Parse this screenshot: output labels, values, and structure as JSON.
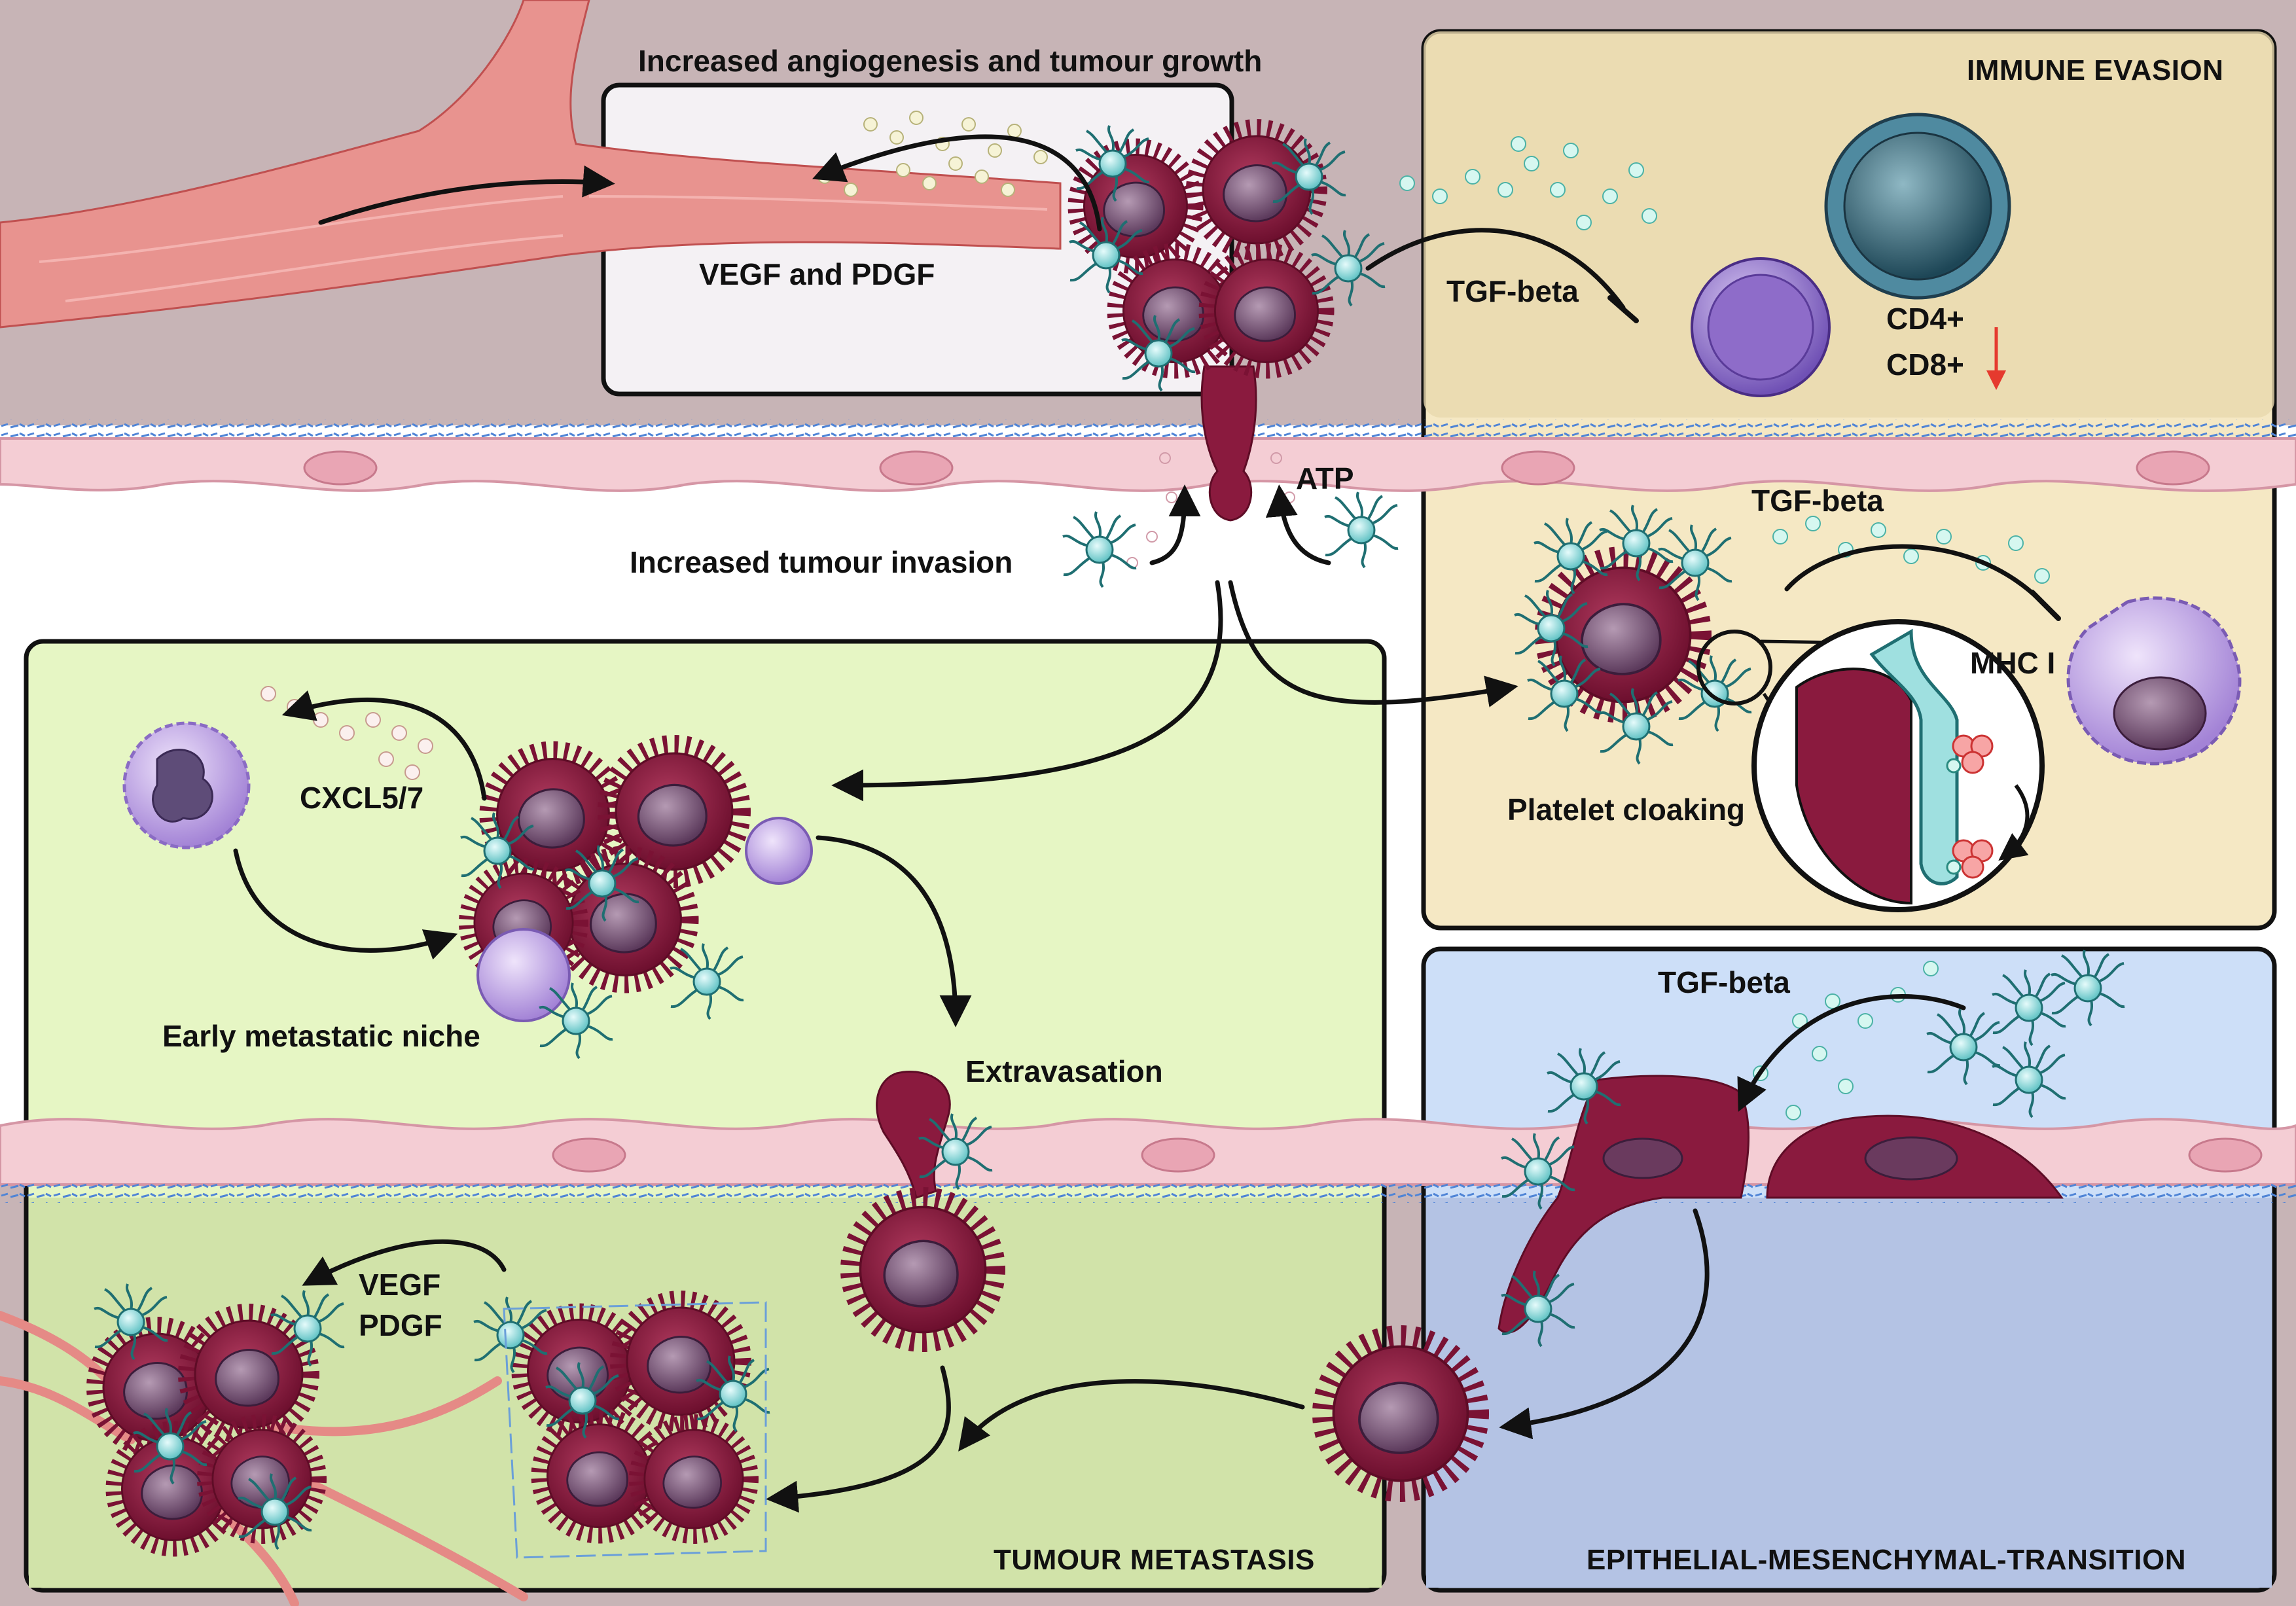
{
  "panels": {
    "immune_evasion": {
      "title": "IMMUNE EVASION",
      "color": "#f3e7c6"
    },
    "tumour_metastasis": {
      "title": "TUMOUR METASTASIS",
      "color": "#d7e8b0"
    },
    "emt": {
      "title": "EPITHELIAL-MESENCHYMAL-TRANSITION",
      "color": "#bcc9e8"
    }
  },
  "labels": {
    "angiogenesis": "Increased angiogenesis and tumour growth",
    "vegf_pdgf": "VEGF and PDGF",
    "tgf_beta_top": "TGF-beta",
    "cd4": "CD4+",
    "cd8": "CD8+",
    "atp": "ATP",
    "tumour_invasion": "Increased tumour invasion",
    "tgf_beta_mid": "TGF-beta",
    "mhc": "MHC I",
    "platelet_cloaking": "Platelet cloaking",
    "cxcl": "CXCL5/7",
    "early_niche": "Early metastatic niche",
    "extravasation": "Extravasation",
    "vegf": "VEGF",
    "pdgf": "PDGF",
    "tgf_beta_emt": "TGF-beta"
  },
  "colors": {
    "tumour": "#8a1a3e",
    "platelet": "#9fe0e0",
    "vessel": "#e58a86",
    "endothelium": "#f3c7cf",
    "neutrophil": "#b9a0dc",
    "tcell": "#2f5e6e",
    "nk": "#9a7fcf",
    "arrow_red": "#e53a2e"
  }
}
